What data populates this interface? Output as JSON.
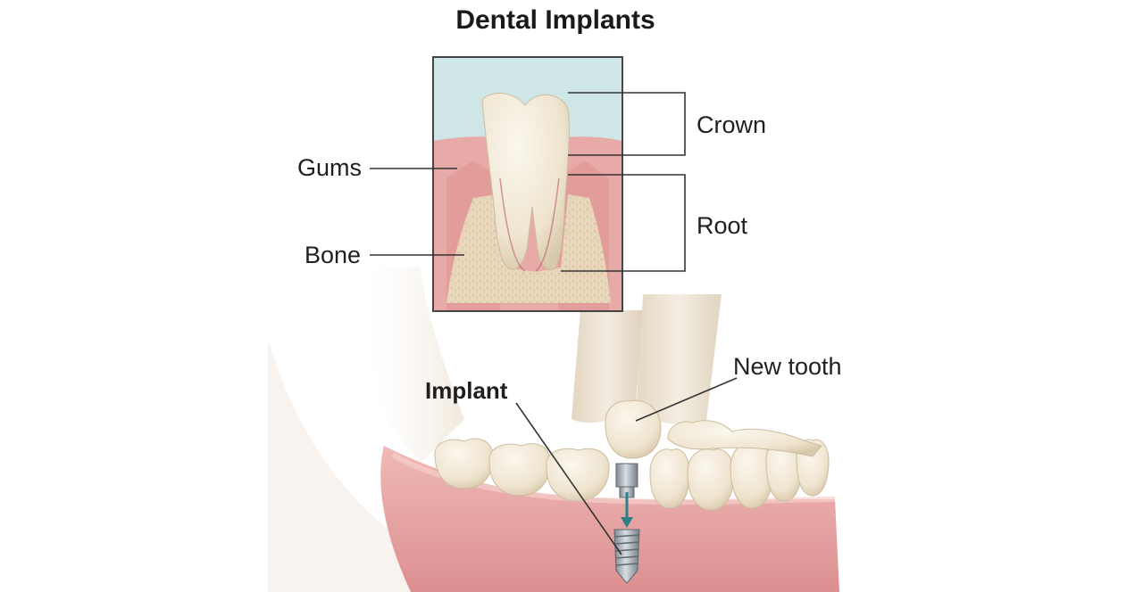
{
  "diagram": {
    "title": "Dental Implants",
    "labels": {
      "gums": "Gums",
      "bone": "Bone",
      "crown": "Crown",
      "root": "Root",
      "new_tooth": "New tooth",
      "implant": "Implant"
    }
  },
  "colors": {
    "background": "#ffffff",
    "inset_sky": "#cfe6e6",
    "gum_tissue": "#e7a9a6",
    "gum_deep": "#c86b6d",
    "bone": "#e9d7bb",
    "tooth_enamel": "#f4ecdc",
    "implant_metal": "#9aa4ad",
    "arrow": "#2f7f84",
    "leader_line": "#333333"
  }
}
